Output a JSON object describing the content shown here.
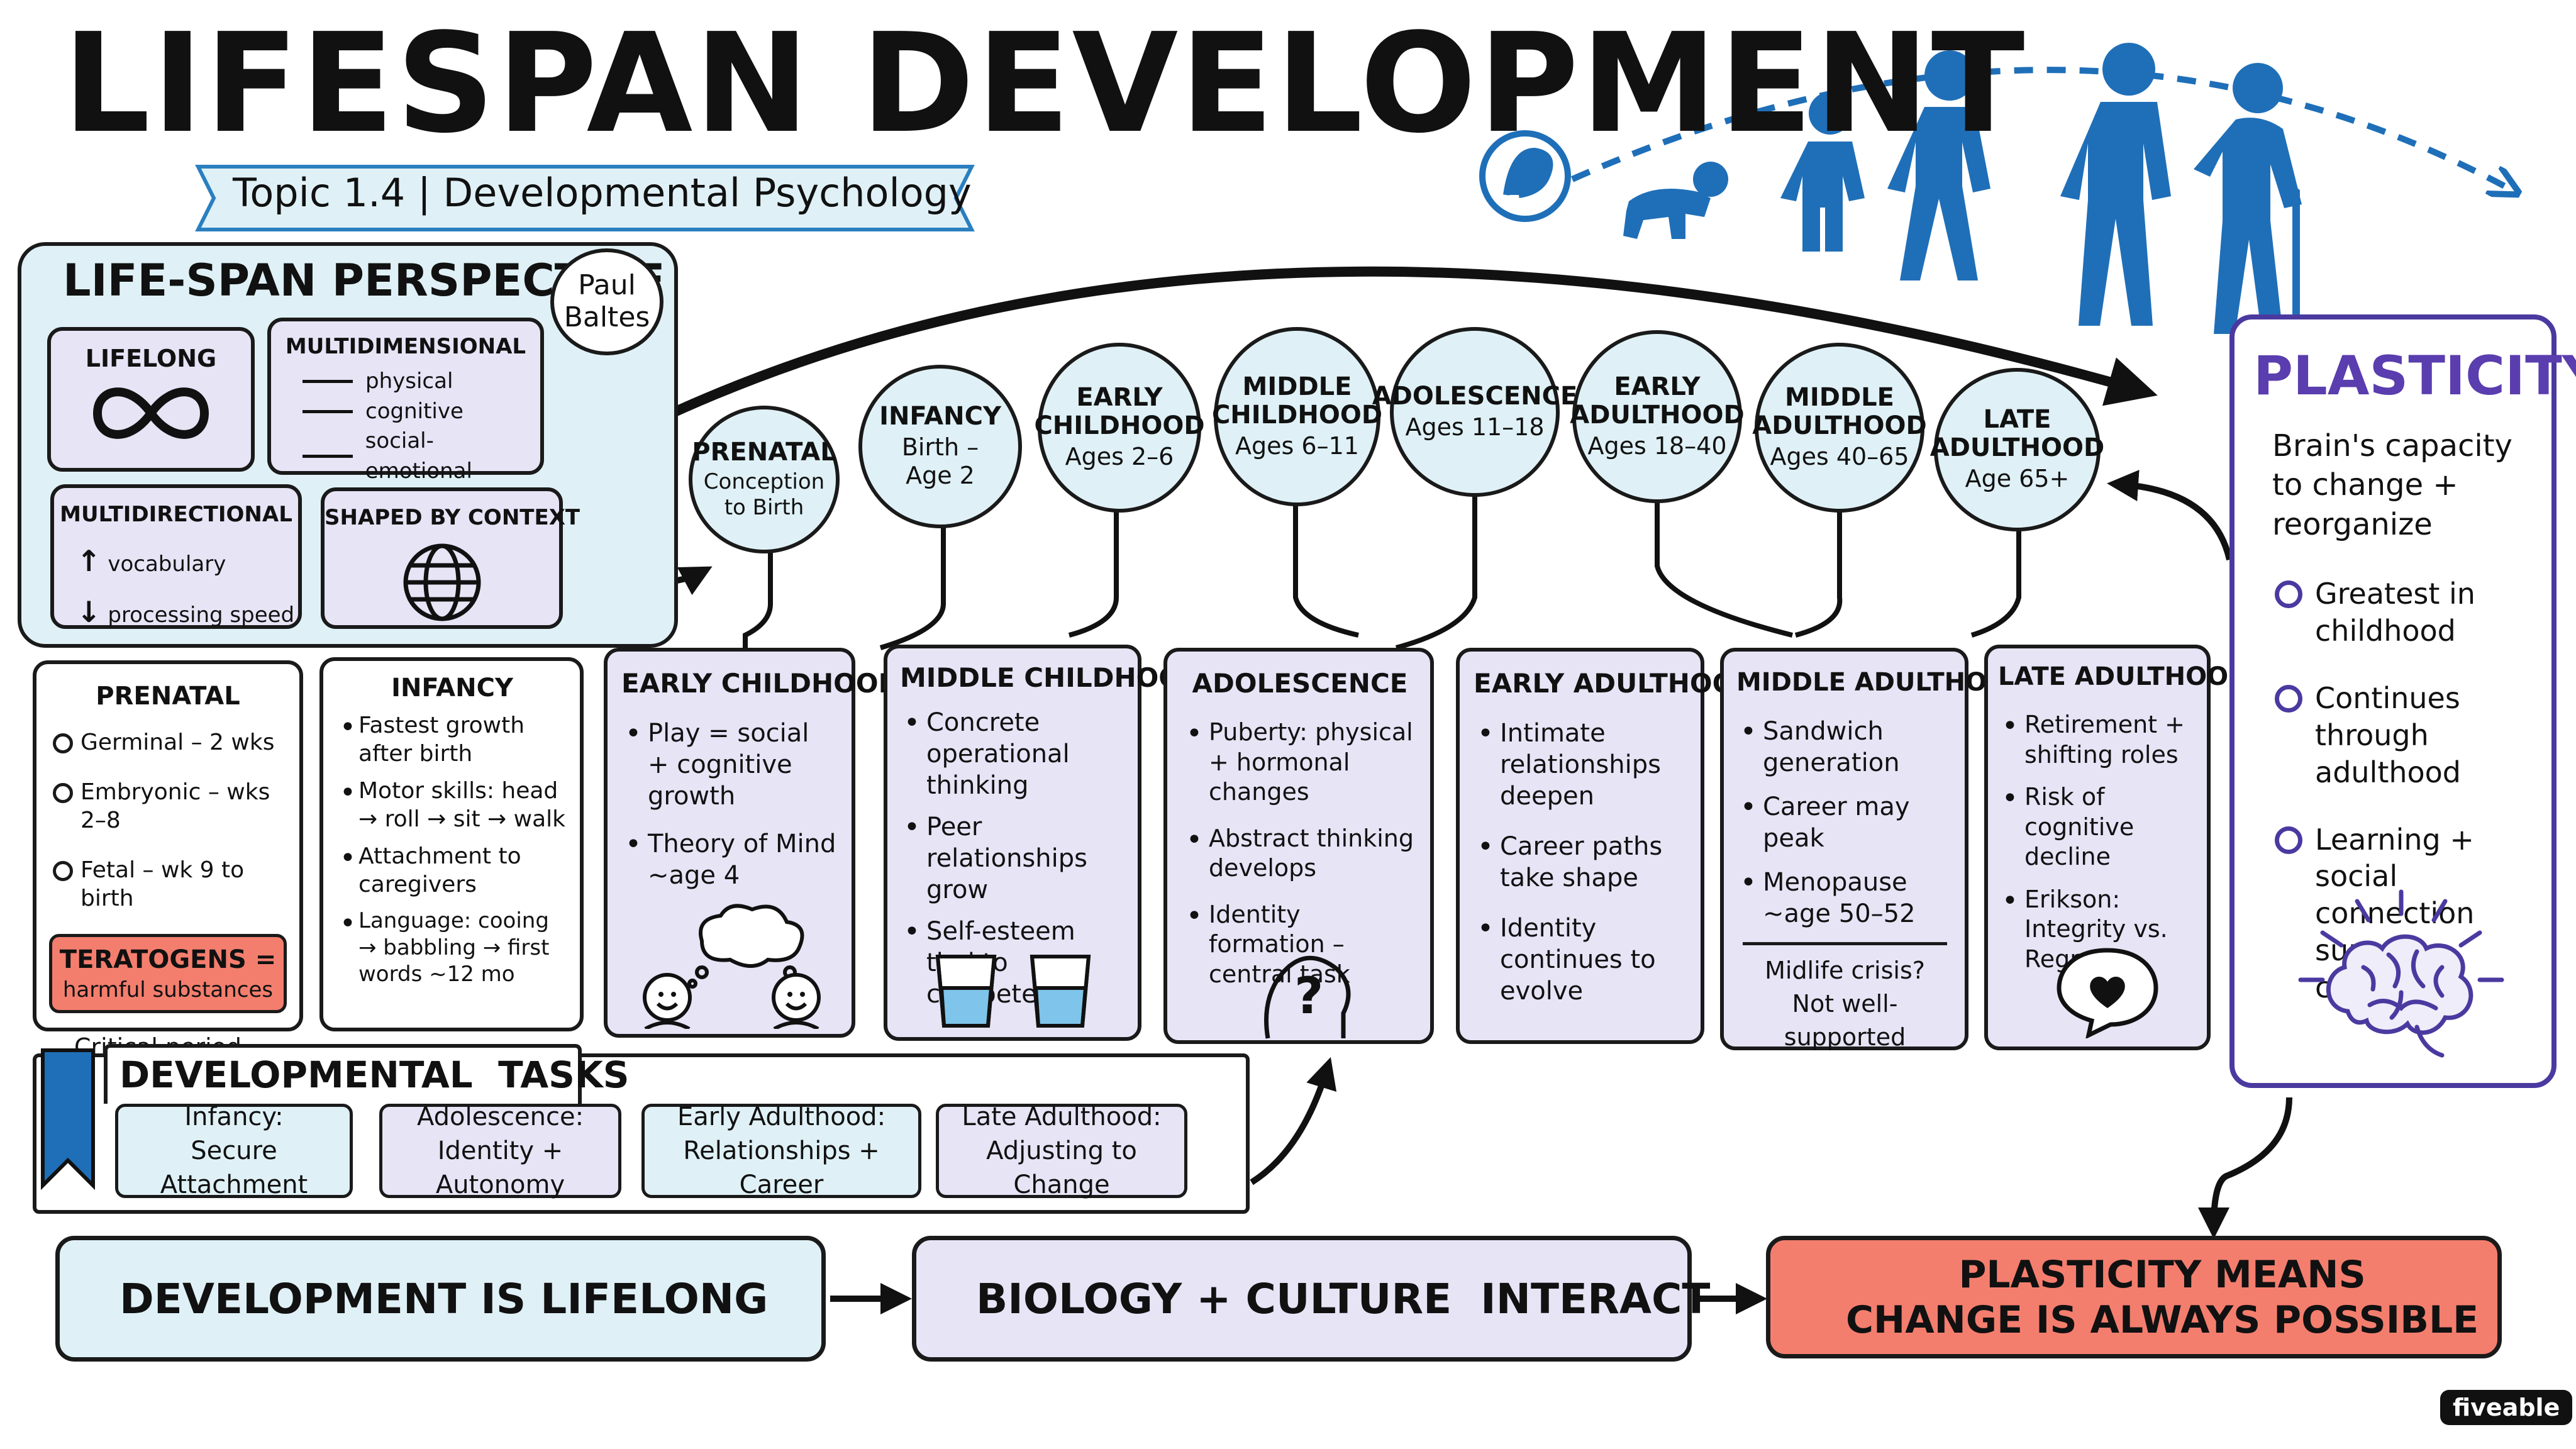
{
  "title": "LIFESPAN DEVELOPMENT",
  "subtitle": "Topic 1.4  |  Developmental Psychology",
  "perspective": {
    "title": "LIFE-SPAN PERSPECTIVE",
    "author": [
      "Paul",
      "Baltes"
    ],
    "lifelong": "LIFELONG",
    "multidimensional": {
      "label": "MULTIDIMENSIONAL",
      "items": [
        "physical",
        "cognitive",
        "social-emotional"
      ]
    },
    "multidirectional": {
      "label": "MULTIDIRECTIONAL",
      "up": "vocabulary",
      "down": "processing speed"
    },
    "context": "SHAPED BY CONTEXT"
  },
  "stages": [
    {
      "name": [
        "PRENATAL"
      ],
      "ages": [
        "Conception",
        "to Birth"
      ]
    },
    {
      "name": [
        "INFANCY"
      ],
      "ages": [
        "Birth –",
        "Age 2"
      ]
    },
    {
      "name": [
        "EARLY",
        "CHILDHOOD"
      ],
      "ages": [
        "Ages 2–6"
      ]
    },
    {
      "name": [
        "MIDDLE",
        "CHILDHOOD"
      ],
      "ages": [
        "Ages 6–11"
      ]
    },
    {
      "name": [
        "ADOLESCENCE"
      ],
      "ages": [
        "Ages 11–18"
      ]
    },
    {
      "name": [
        "EARLY",
        "ADULTHOOD"
      ],
      "ages": [
        "Ages 18–40"
      ]
    },
    {
      "name": [
        "MIDDLE",
        "ADULTHOOD"
      ],
      "ages": [
        "Ages 40–65"
      ]
    },
    {
      "name": [
        "LATE",
        "ADULTHOOD"
      ],
      "ages": [
        "Age 65+"
      ]
    }
  ],
  "prenatal": {
    "title": "PRENATAL",
    "items": [
      "Germinal – 2 wks",
      "Embryonic – wks 2–8",
      "Fetal – wk 9 to birth"
    ],
    "teratogens": [
      "TERATOGENS =",
      "harmful substances"
    ],
    "critical": "Critical period"
  },
  "infancy": {
    "title": "INFANCY",
    "items": [
      "Fastest growth after birth",
      "Motor skills: head → roll → sit → walk",
      "Attachment to caregivers",
      "Language: cooing → babbling → first words ~12 mo"
    ]
  },
  "panels": [
    {
      "title": "EARLY CHILDHOOD",
      "items": [
        "Play = social + cognitive growth",
        "Theory of Mind ~age 4"
      ]
    },
    {
      "title": "MIDDLE CHILDHOOD",
      "items": [
        "Concrete operational thinking",
        "Peer relationships grow",
        "Self-esteem tied to competence"
      ]
    },
    {
      "title": "ADOLESCENCE",
      "items": [
        "Puberty: physical + hormonal changes",
        "Abstract thinking develops",
        "Identity formation – central task"
      ]
    },
    {
      "title": "EARLY ADULTHOOD",
      "items": [
        "Intimate relationships deepen",
        "Career paths take shape",
        "Identity continues to evolve"
      ]
    },
    {
      "title": "MIDDLE ADULTHOOD",
      "items": [
        "Sandwich generation",
        "Career may peak",
        "Menopause ~age 50–52"
      ],
      "note": [
        "Midlife crisis?",
        "Not well-supported"
      ]
    },
    {
      "title": "LATE ADULTHOOD",
      "items": [
        "Retirement + shifting roles",
        "Risk of cognitive decline",
        "Erikson: Integrity vs. Regret"
      ]
    }
  ],
  "plasticity": {
    "title": "PLASTICITY",
    "desc": "Brain's capacity to change + reorganize",
    "items": [
      "Greatest in childhood",
      "Continues through adulthood",
      "Learning + social connection support cognition"
    ]
  },
  "tasks": {
    "title": "DEVELOPMENTAL  TASKS",
    "items": [
      {
        "label": "Infancy:",
        "task": "Secure Attachment"
      },
      {
        "label": "Adolescence:",
        "task": "Identity + Autonomy"
      },
      {
        "label": "Early Adulthood:",
        "task": "Relationships + Career"
      },
      {
        "label": "Late Adulthood:",
        "task": "Adjusting to Change"
      }
    ]
  },
  "banners": [
    "DEVELOPMENT IS LIFELONG",
    "BIOLOGY + CULTURE  INTERACT",
    "PLASTICITY MEANS",
    "CHANGE IS ALWAYS POSSIBLE"
  ],
  "brand": "fiveable",
  "colors": {
    "blue_card": "#dff1f6",
    "lavender_card": "#e7e4f6",
    "teratogen_red": "#f47e6e",
    "plasticity_purple": "#5a3dae",
    "figure_blue": "#1f6fb8",
    "banner_red": "#f47e6e"
  }
}
